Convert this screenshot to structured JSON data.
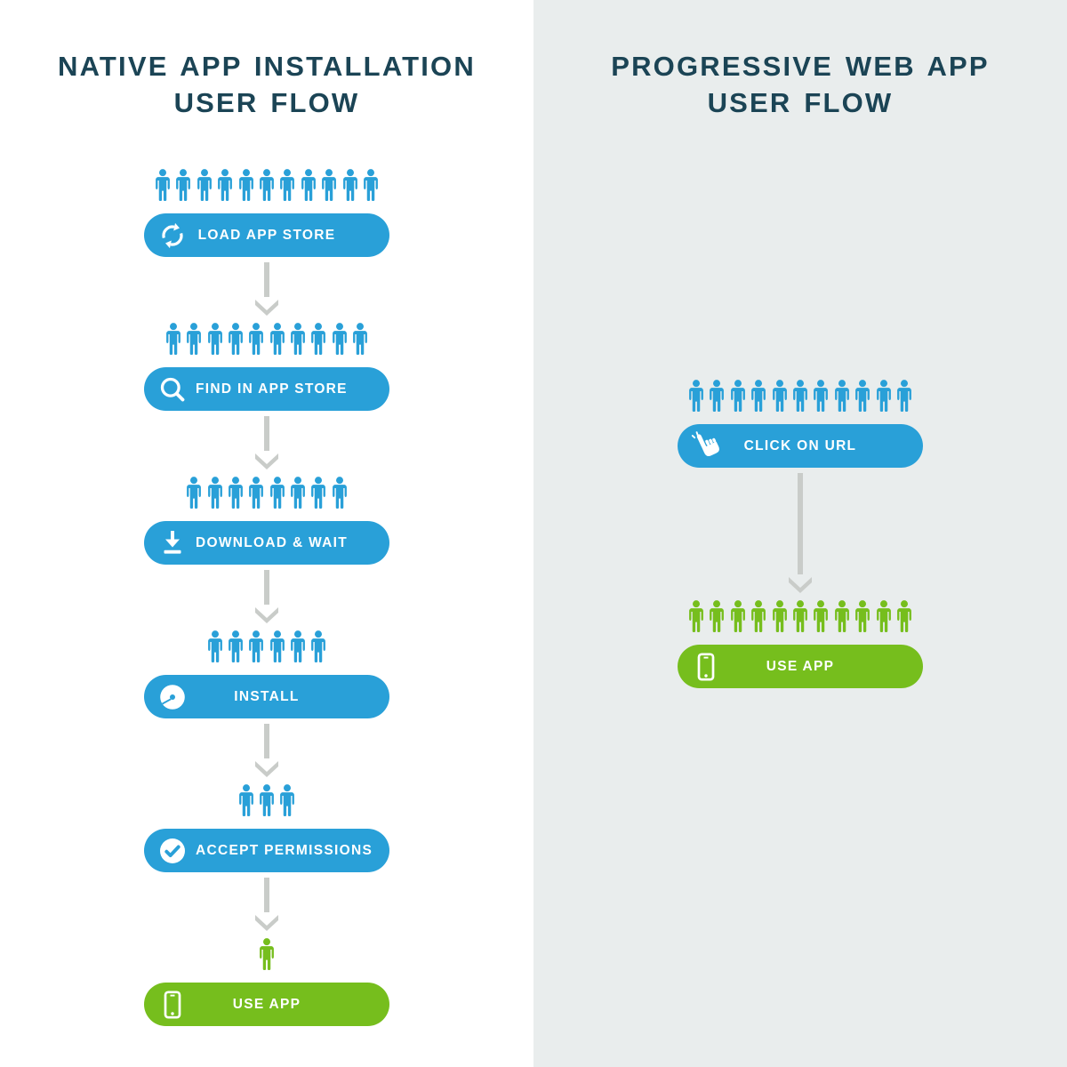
{
  "columns": [
    {
      "id": "native",
      "title_line1": "NATIVE APP INSTALLATION",
      "title_line2": "USER FLOW",
      "background": "#FFFFFF",
      "steps": [
        {
          "label": "LOAD APP STORE",
          "icon": "refresh-icon",
          "users": 11,
          "user_color": "blue",
          "pill_color": "blue"
        },
        {
          "label": "FIND IN APP STORE",
          "icon": "search-icon",
          "users": 10,
          "user_color": "blue",
          "pill_color": "blue"
        },
        {
          "label": "DOWNLOAD & WAIT",
          "icon": "download-icon",
          "users": 8,
          "user_color": "blue",
          "pill_color": "blue"
        },
        {
          "label": "INSTALL",
          "icon": "disc-icon",
          "users": 6,
          "user_color": "blue",
          "pill_color": "blue"
        },
        {
          "label": "ACCEPT PERMISSIONS",
          "icon": "check-circle-icon",
          "users": 3,
          "user_color": "blue",
          "pill_color": "blue"
        },
        {
          "label": "USE APP",
          "icon": "phone-icon",
          "users": 1,
          "user_color": "green",
          "pill_color": "green"
        }
      ]
    },
    {
      "id": "pwa",
      "title_line1": "PROGRESSIVE WEB APP",
      "title_line2": "USER FLOW",
      "background": "#E9EDED",
      "steps": [
        {
          "label": "CLICK ON URL",
          "icon": "click-hand-icon",
          "users": 11,
          "user_color": "blue",
          "pill_color": "blue"
        },
        {
          "label": "USE APP",
          "icon": "phone-icon",
          "users": 11,
          "user_color": "green",
          "pill_color": "green"
        }
      ]
    }
  ],
  "colors": {
    "blue": "#29A0D8",
    "green": "#76BE1D",
    "navy": "#1B4455",
    "arrow": "#C9CCC9",
    "left_bg": "#FFFFFF",
    "right_bg": "#E9EDED"
  }
}
